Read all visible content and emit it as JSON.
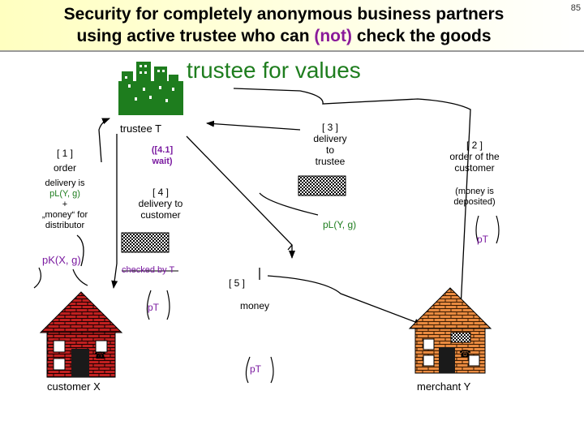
{
  "header": {
    "title_line1": "Security for completely anonymous business partners",
    "title_line2_a": "using active trustee who can ",
    "title_line2_b": "(not)",
    "title_line2_c": " check the goods",
    "page_number": "85"
  },
  "trustee_values": "trustee for values",
  "trustee_name": "trustee T",
  "steps": {
    "s1_num": "[ 1 ]",
    "s1_label": "order",
    "s1_detail1": "delivery is",
    "s1_detail2": "pL(Y, g)",
    "s1_detail3": "+",
    "s1_detail4": "„money“ for",
    "s1_detail5": "distributor",
    "s2_num": "[ 2 ]",
    "s2_label1": "order of the",
    "s2_label2": "customer",
    "s2_note1": "(money is",
    "s2_note2": "deposited)",
    "s3_num": "[ 3 ]",
    "s3_label1": "delivery",
    "s3_label2": "to",
    "s3_label3": "trustee",
    "s3_sig": "pL(Y, g)",
    "s41_label1": "([4.1]",
    "s41_label2": "wait)",
    "s4_num": "[ 4 ]",
    "s4_label1": "delivery to",
    "s4_label2": "customer",
    "checked": "checked by T",
    "s5_num": "[ 5 ]",
    "s5_label": "money"
  },
  "signatures": {
    "customer_sig": "pK(X, g)",
    "pt1": "pT",
    "pt2": "pT",
    "pt3": "pT"
  },
  "parties": {
    "customer": "customer X",
    "merchant": "merchant Y"
  },
  "colors": {
    "trustee_green": "#1e7d1e",
    "customer_house": "#c02020",
    "merchant_house": "#e88a40",
    "highlight": "#8a1a9a"
  }
}
